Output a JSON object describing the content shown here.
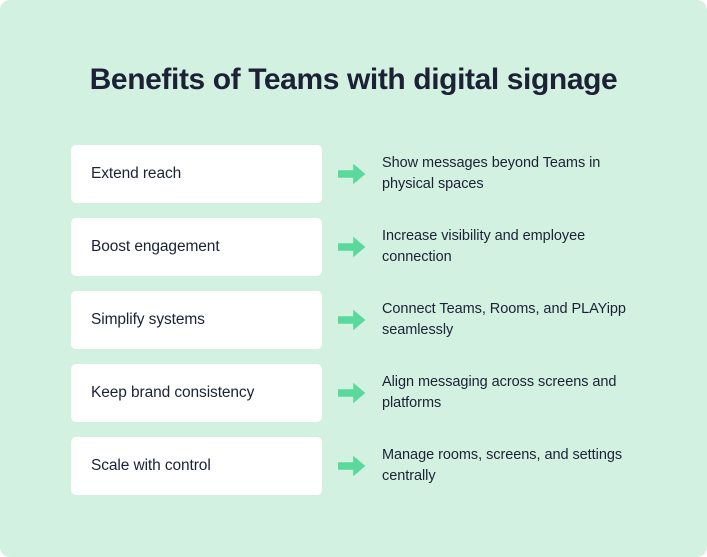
{
  "colors": {
    "background": "#d3f1e0",
    "card": "#ffffff",
    "text": "#1c2136",
    "accent_arrow": "#5bd89b"
  },
  "header": {
    "title": "Benefits of Teams with digital signage"
  },
  "icons": {
    "arrow": "arrow-right-icon"
  },
  "rows": [
    {
      "label": "Extend reach",
      "detail": "Show messages beyond Teams in physical spaces"
    },
    {
      "label": "Boost engagement",
      "detail": "Increase visibility and employee connection"
    },
    {
      "label": "Simplify systems",
      "detail": "Connect Teams, Rooms, and PLAYipp seamlessly"
    },
    {
      "label": "Keep brand consistency",
      "detail": "Align messaging across screens and platforms"
    },
    {
      "label": "Scale with control",
      "detail": "Manage rooms, screens, and settings centrally"
    }
  ]
}
